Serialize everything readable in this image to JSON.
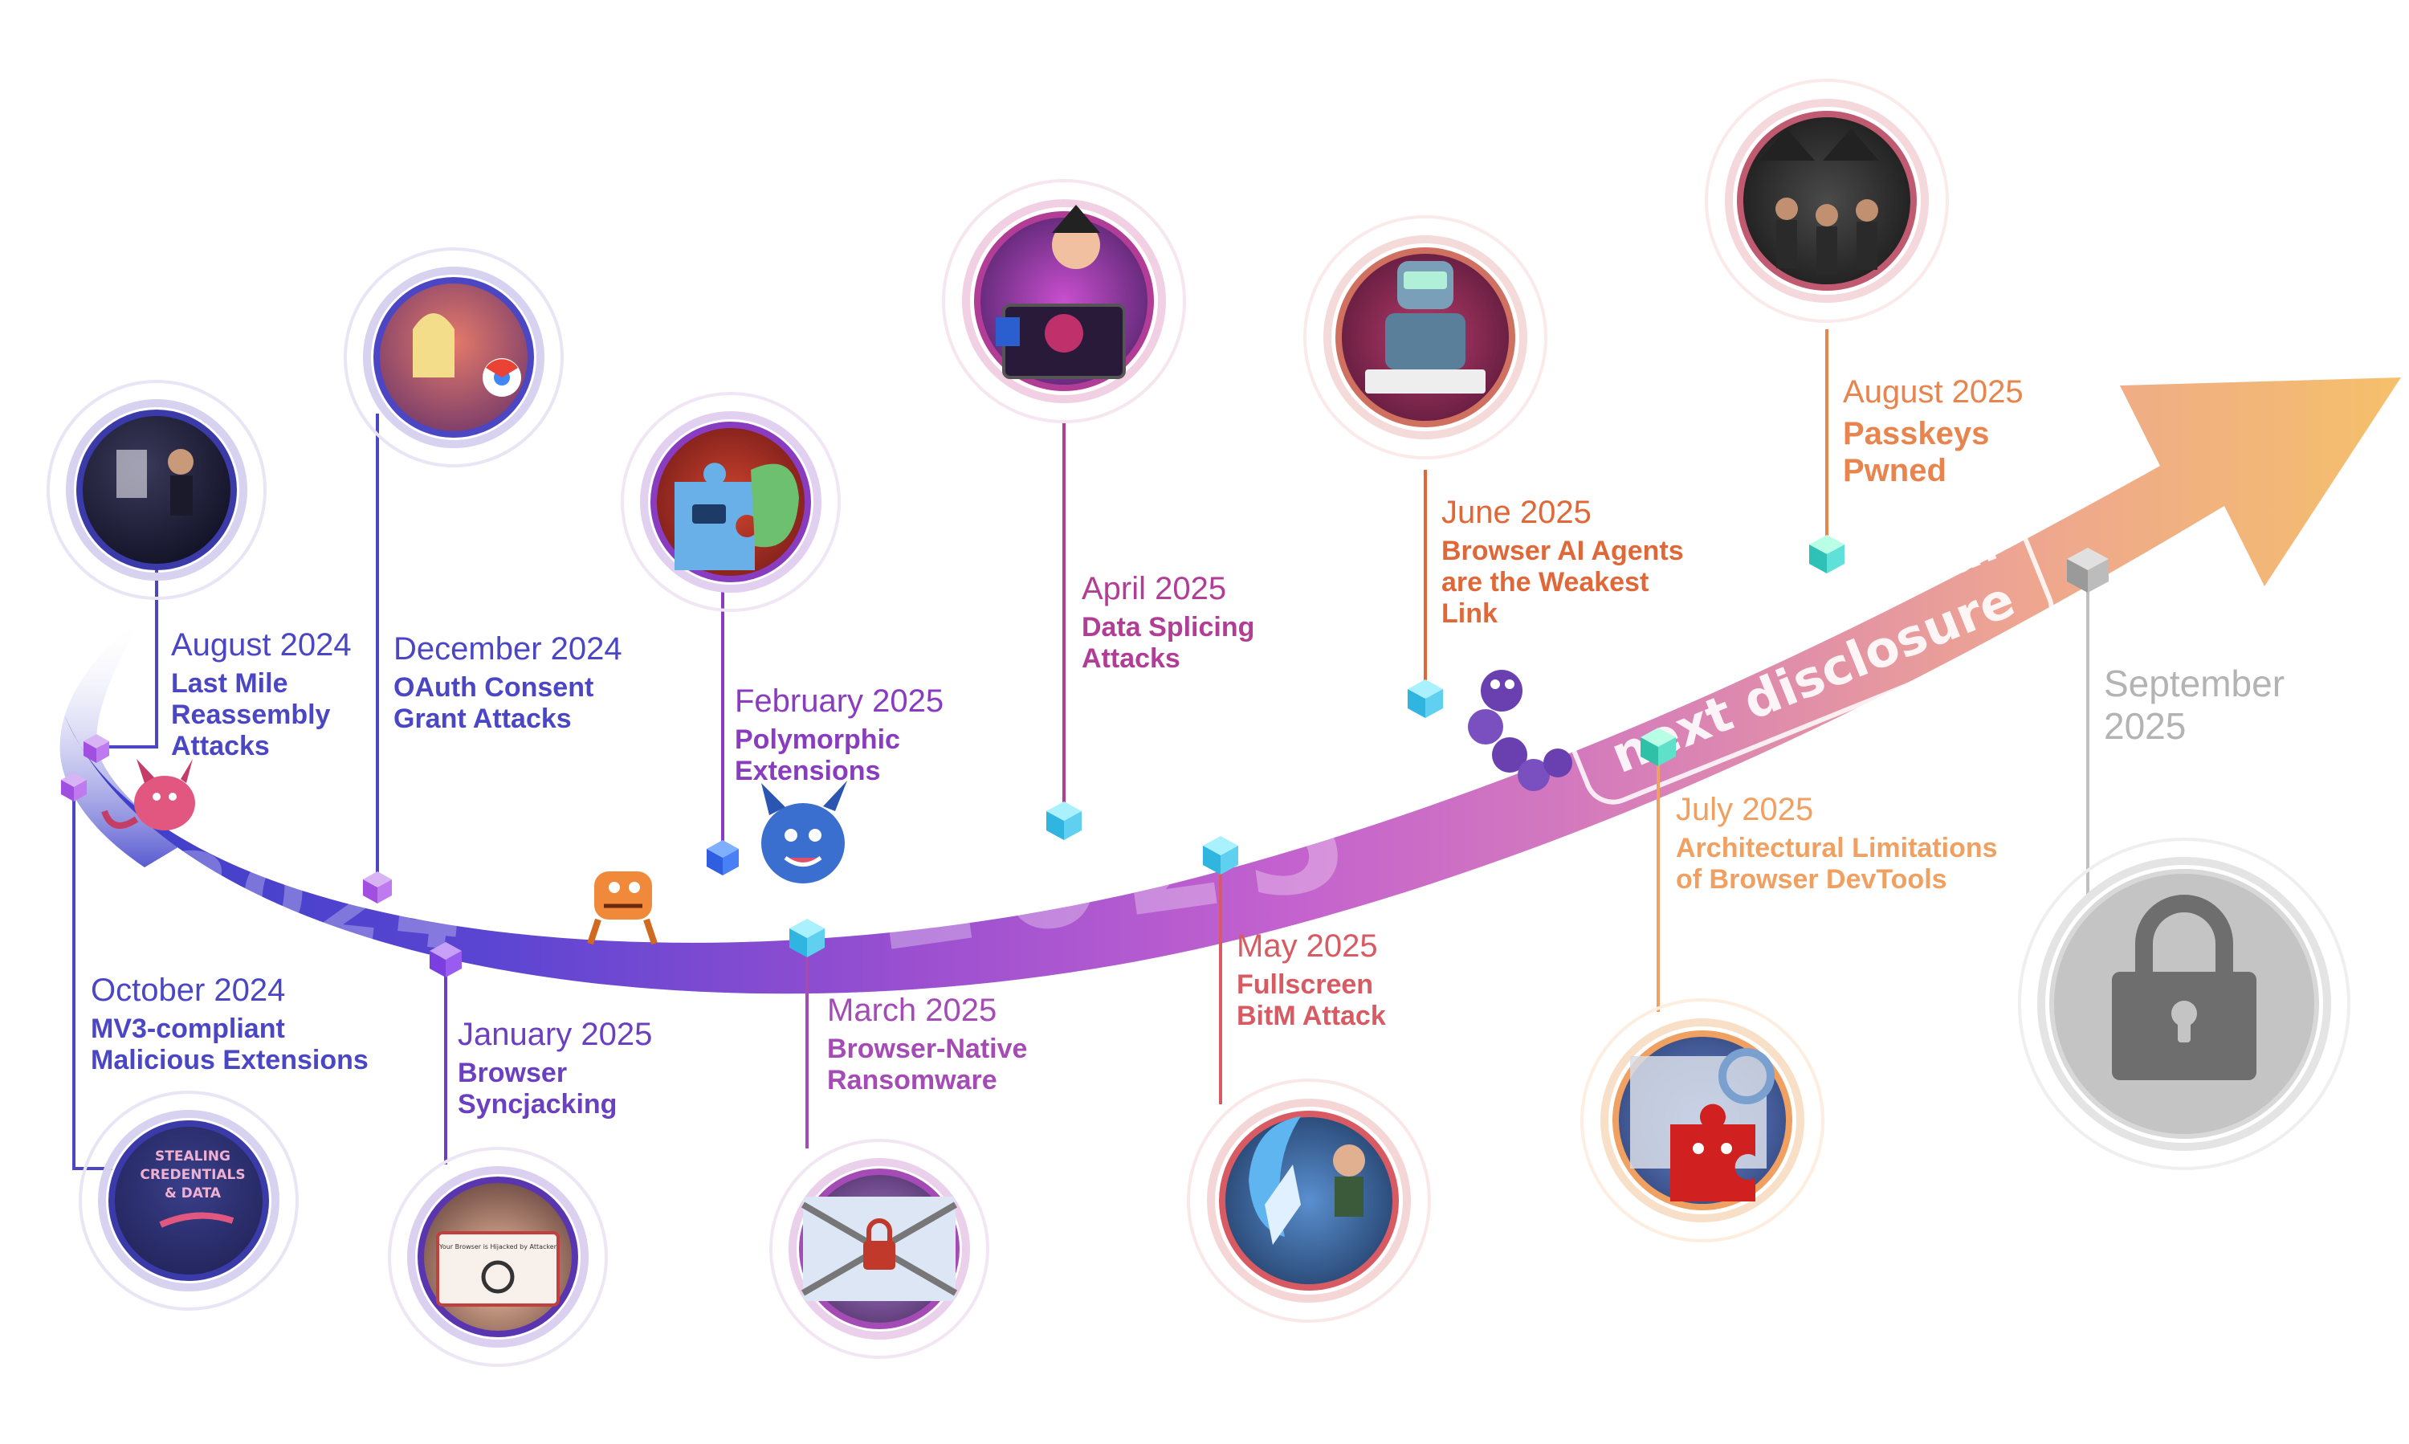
{
  "year_2024": "2024",
  "year_2025": "2025",
  "banner": {
    "line1": "Look out for our",
    "line2": "next disclosure"
  },
  "events": [
    {
      "id": "aug-2024",
      "date": "August 2024",
      "title": [
        "Last Mile",
        "Reassembly",
        "Attacks"
      ],
      "color": "#4a46c4",
      "image": "speaker-on-stage"
    },
    {
      "id": "oct-2024",
      "date": "October 2024",
      "title": [
        "MV3-compliant",
        "Malicious Extensions"
      ],
      "color": "#4a46c4",
      "image": "stealing-credentials-illustration",
      "image_text": [
        "STEALING",
        "CREDENTIALS",
        "& DATA"
      ]
    },
    {
      "id": "dec-2024",
      "date": "December 2024",
      "title": [
        "OAuth Consent",
        "Grant Attacks"
      ],
      "color": "#4a46c4",
      "image": "oauth-consent-illustration"
    },
    {
      "id": "jan-2025",
      "date": "January 2025",
      "title": [
        "Browser",
        "Syncjacking"
      ],
      "color": "#6a3fc0",
      "image": "browser-hijacked-illustration",
      "image_text": [
        "Your Browser is Hijacked by Attacker"
      ]
    },
    {
      "id": "feb-2025",
      "date": "February 2025",
      "title": [
        "Polymorphic",
        "Extensions"
      ],
      "color": "#8a3cc0",
      "image": "polymorphic-extension-monster"
    },
    {
      "id": "mar-2025",
      "date": "March 2025",
      "title": [
        "Browser-Native",
        "Ransomware"
      ],
      "color": "#a44bb6",
      "image": "ransomware-lock-illustration"
    },
    {
      "id": "apr-2025",
      "date": "April 2025",
      "title": [
        "Data Splicing",
        "Attacks"
      ],
      "color": "#b23d96",
      "image": "data-splicing-illustration"
    },
    {
      "id": "may-2025",
      "date": "May 2025",
      "title": [
        "Fullscreen",
        "BitM Attack"
      ],
      "color": "#d85a62",
      "image": "bitm-attack-illustration"
    },
    {
      "id": "jun-2025",
      "date": "June 2025",
      "title": [
        "Browser AI Agents",
        "are the Weakest",
        "Link"
      ],
      "color": "#e06838",
      "image": "ai-agent-robot"
    },
    {
      "id": "jul-2025",
      "date": "July 2025",
      "title": [
        "Architectural Limitations",
        "of Browser DevTools"
      ],
      "color": "#f0a060",
      "image": "devtools-puzzle-illustration"
    },
    {
      "id": "aug-2025",
      "date": "August 2025",
      "title": [
        "Passkeys",
        "Pwned"
      ],
      "color": "#e8844e",
      "image": "presenters-on-stage"
    },
    {
      "id": "sep-2025",
      "date": "September 2025",
      "title": [],
      "color": "#b3b3b3",
      "image": "lock-icon"
    }
  ]
}
